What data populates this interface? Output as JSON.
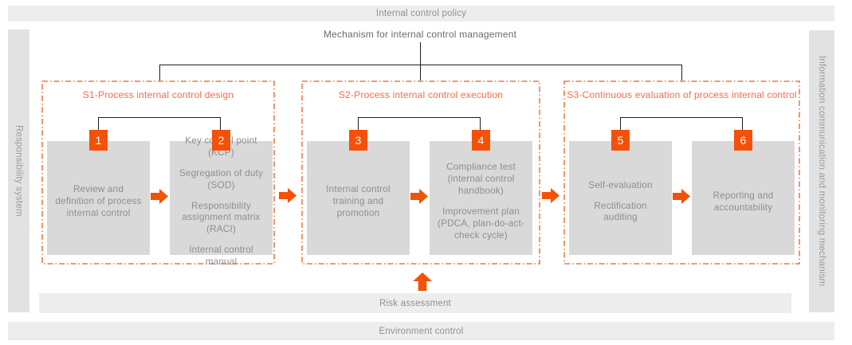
{
  "colors": {
    "accent_orange": "#f45108",
    "section_title_orange": "#fb6a4a",
    "dashed_border_orange": "#e95d15",
    "bar_background": "#ededed",
    "sidebar_background": "#e2e2e2",
    "process_box_background": "#d9d9d9",
    "connector_line": "#1f1f1f"
  },
  "top_bar": {
    "label": "Internal control policy"
  },
  "mechanism_label": "Mechanism for internal control management",
  "left_bar": {
    "label": "Responsibility system"
  },
  "right_bar": {
    "label": "Information communication and monitoring mechanism"
  },
  "risk_bar": {
    "label": "Risk assessment"
  },
  "environment_bar": {
    "label": "Environment control"
  },
  "icons": {
    "flow_arrow": "block-arrow-right",
    "feedback_arrow": "block-arrow-up"
  },
  "sections": [
    {
      "id": "S1",
      "title": "S1-Process internal control design",
      "boxes": [
        {
          "number": "1",
          "lines": [
            "Review and definition of process internal control"
          ]
        },
        {
          "number": "2",
          "lines": [
            "Key control point (KCP)",
            "Segregation of duty (SOD)",
            "Responsibility assignment matrix (RACI)",
            "Internal control manual"
          ]
        }
      ]
    },
    {
      "id": "S2",
      "title": "S2-Process internal control execution",
      "boxes": [
        {
          "number": "3",
          "lines": [
            "Internal control training and promotion"
          ]
        },
        {
          "number": "4",
          "lines": [
            "Compliance test (internal control handbook)",
            "Improvement plan (PDCA, plan-do-act-check cycle)"
          ]
        }
      ]
    },
    {
      "id": "S3",
      "title": "S3-Continuous evaluation of process internal control",
      "boxes": [
        {
          "number": "5",
          "lines": [
            "Self-evaluation",
            "Rectification auditing"
          ]
        },
        {
          "number": "6",
          "lines": [
            "Reporting and accountability"
          ]
        }
      ]
    }
  ]
}
